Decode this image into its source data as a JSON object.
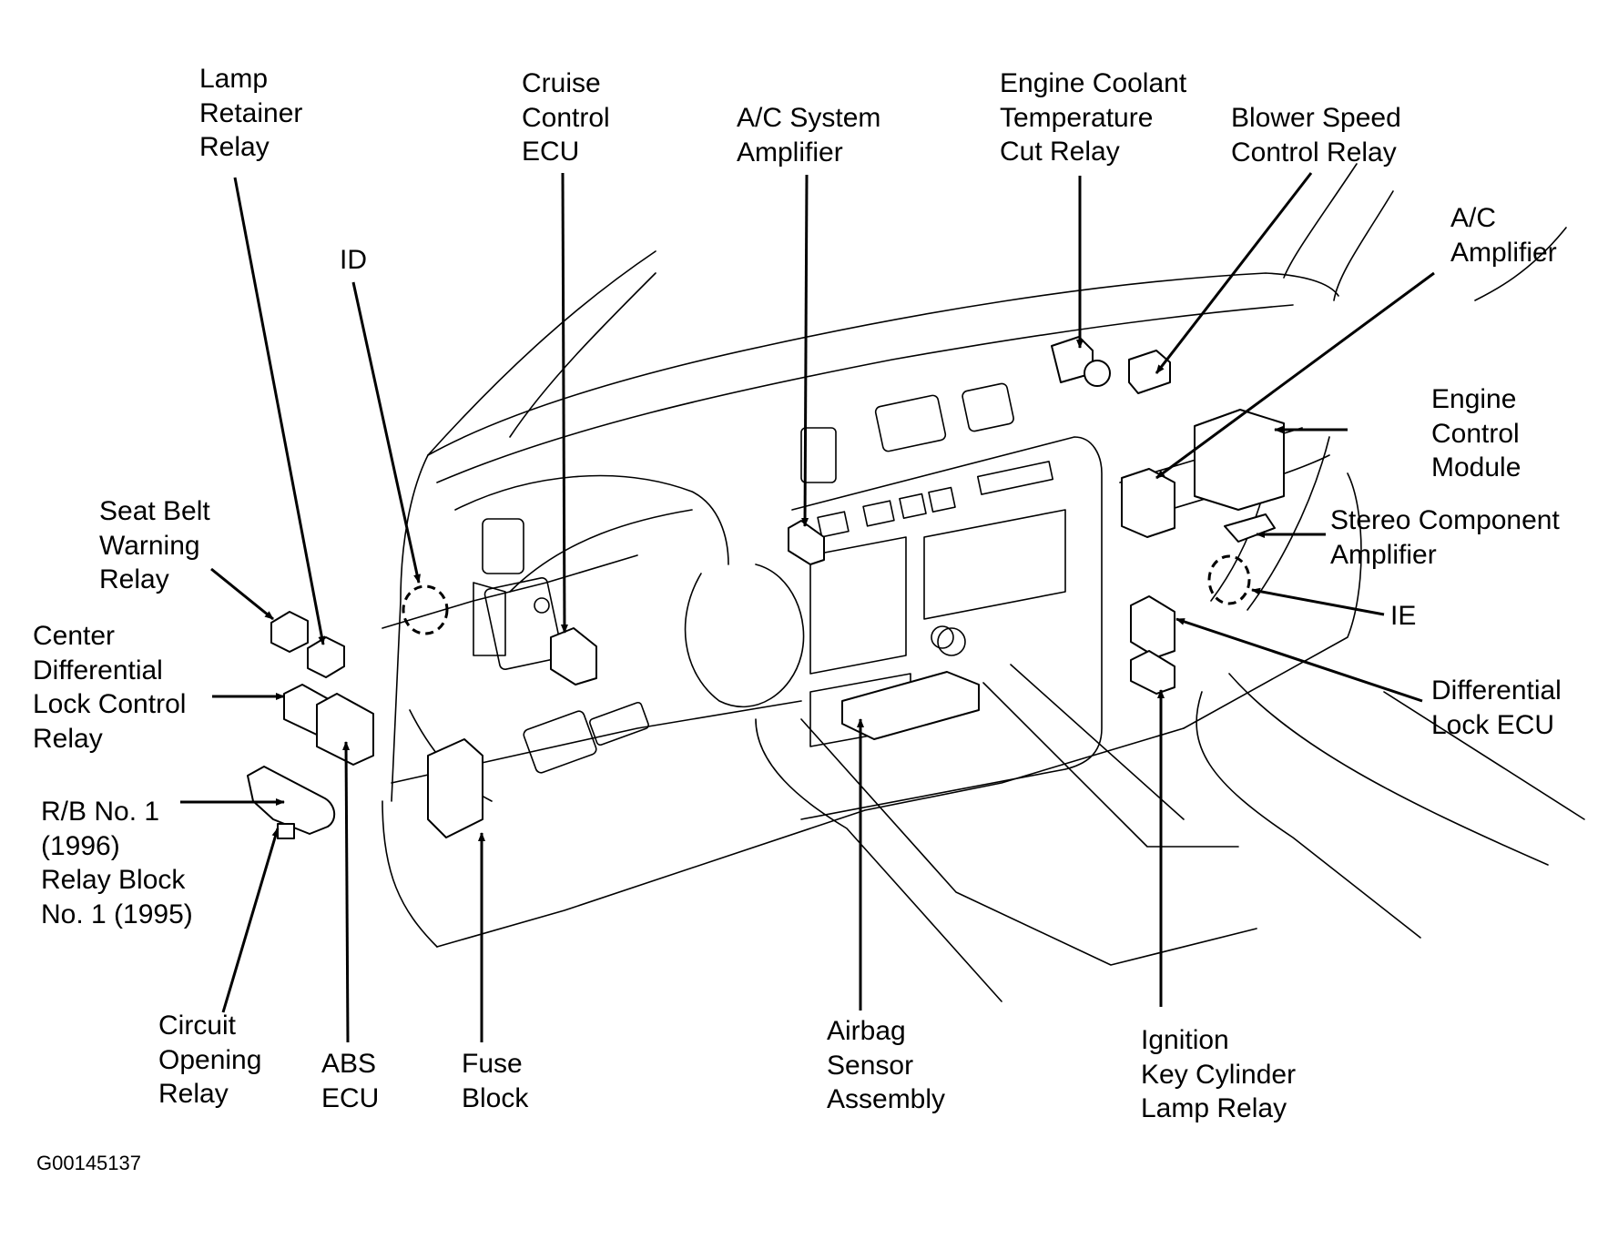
{
  "figure_id": "G00145137",
  "labels": {
    "lamp_retainer_relay": "Lamp\nRetainer\nRelay",
    "cruise_control_ecu": "Cruise\nControl\nECU",
    "ac_system_amplifier": "A/C System\nAmplifier",
    "engine_coolant_temp_cut_relay": "Engine Coolant\nTemperature\nCut Relay",
    "blower_speed_control_relay": "Blower Speed\nControl Relay",
    "ac_amplifier": "A/C\nAmplifier",
    "id_connector": "ID",
    "engine_control_module": "Engine\nControl\nModule",
    "stereo_component_amplifier": "Stereo Component\nAmplifier",
    "ie_connector": "IE",
    "differential_lock_ecu": "Differential\nLock ECU",
    "seat_belt_warning_relay": "Seat Belt\nWarning\nRelay",
    "center_diff_lock_control_relay": "Center\nDifferential\nLock Control\nRelay",
    "relay_block_no1": "R/B No. 1\n(1996)\nRelay Block\nNo. 1 (1995)",
    "circuit_opening_relay": "Circuit\nOpening\nRelay",
    "abs_ecu": "ABS\nECU",
    "fuse_block": "Fuse\nBlock",
    "airbag_sensor_assembly": "Airbag\nSensor\nAssembly",
    "ignition_key_cylinder_lamp_relay": "Ignition\nKey Cylinder\nLamp Relay"
  }
}
